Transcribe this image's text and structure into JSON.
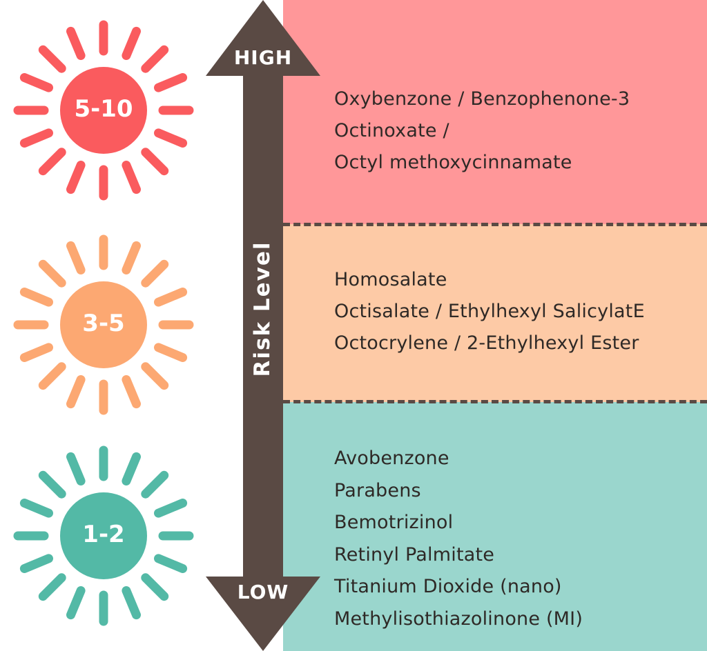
{
  "colors": {
    "high": "#ff9799",
    "mid": "#fdcaa6",
    "low": "#9ad6cd",
    "arrow": "#5a4a44",
    "sun_high": "#fa5b5e",
    "sun_mid": "#fca872",
    "sun_low": "#53b9a6"
  },
  "axis": {
    "title": "Risk Level",
    "high_label": "HIGH",
    "low_label": "LOW"
  },
  "levels": [
    {
      "sun_label": "5-10",
      "items": [
        "Oxybenzone / Benzophenone-3",
        "Octinoxate /",
        "Octyl methoxycinnamate"
      ]
    },
    {
      "sun_label": "3-5",
      "items": [
        "Homosalate",
        "Octisalate / Ethylhexyl SalicylatE",
        "Octocrylene / 2-Ethylhexyl Ester"
      ]
    },
    {
      "sun_label": "1-2",
      "items": [
        "Avobenzone",
        "Parabens",
        "Bemotrizinol",
        "Retinyl Palmitate",
        "Titanium Dioxide (nano)",
        "Methylisothiazolinone (MI)"
      ]
    }
  ]
}
